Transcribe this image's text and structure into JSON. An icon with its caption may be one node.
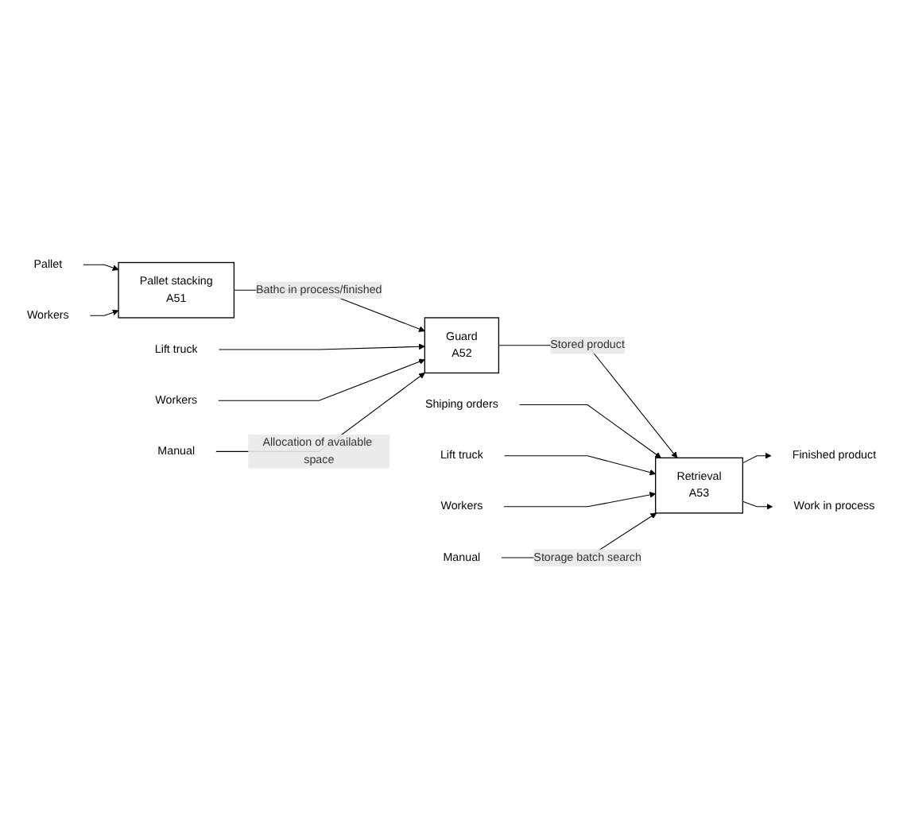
{
  "diagram": {
    "nodes": [
      {
        "text": [
          "Pallet"
        ]
      },
      {
        "text": [
          "Workers"
        ]
      },
      {
        "text": [
          "Pallet stacking",
          "A51"
        ]
      },
      {
        "text": [
          "Lift truck"
        ]
      },
      {
        "text": [
          "Workers"
        ]
      },
      {
        "text": [
          "Guard",
          "A52"
        ]
      },
      {
        "text": [
          "Manual"
        ]
      },
      {
        "text": [
          "Shiping orders"
        ]
      },
      {
        "text": [
          "Lift truck"
        ]
      },
      {
        "text": [
          "Workers"
        ]
      },
      {
        "text": [
          "Retrieval",
          "A53"
        ]
      },
      {
        "text": [
          "Manual"
        ]
      },
      {
        "text": [
          "Finished product"
        ]
      },
      {
        "text": [
          "Work in process"
        ]
      }
    ],
    "edges": [
      {
        "from": 0,
        "to": 2,
        "arrow": "to"
      },
      {
        "from": 1,
        "to": 2,
        "arrow": "to"
      },
      {
        "from": 2,
        "to": 5,
        "arrow": "to",
        "label": "Bathc in process/finished"
      },
      {
        "from": 3,
        "to": 5,
        "arrow": "to"
      },
      {
        "from": 4,
        "to": 5,
        "arrow": "to"
      },
      {
        "from": 6,
        "to": 5,
        "arrow": "to",
        "label": "Allocation of available space"
      },
      {
        "from": 5,
        "to": 10,
        "arrow": "to",
        "label": "Stored product"
      },
      {
        "from": 7,
        "to": 10,
        "arrow": "to"
      },
      {
        "from": 8,
        "to": 10,
        "arrow": "to"
      },
      {
        "from": 9,
        "to": 10,
        "arrow": "to"
      },
      {
        "from": 11,
        "to": 10,
        "arrow": "to",
        "label": "Storage batch search"
      },
      {
        "from": 10,
        "to": 12,
        "arrow": "to"
      },
      {
        "from": 10,
        "to": 13,
        "arrow": "to"
      }
    ]
  }
}
